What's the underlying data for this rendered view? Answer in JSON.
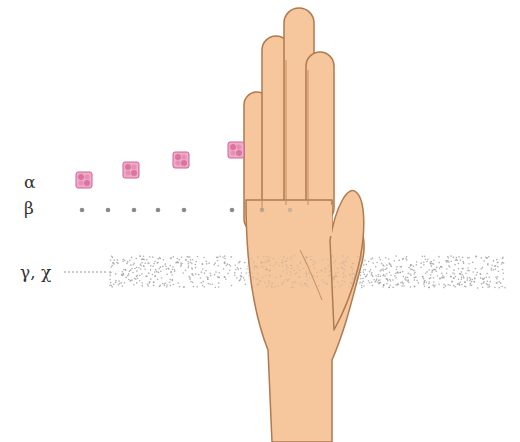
{
  "diagram": {
    "labels": [
      "α",
      "β",
      "γ, χ"
    ]
  }
}
